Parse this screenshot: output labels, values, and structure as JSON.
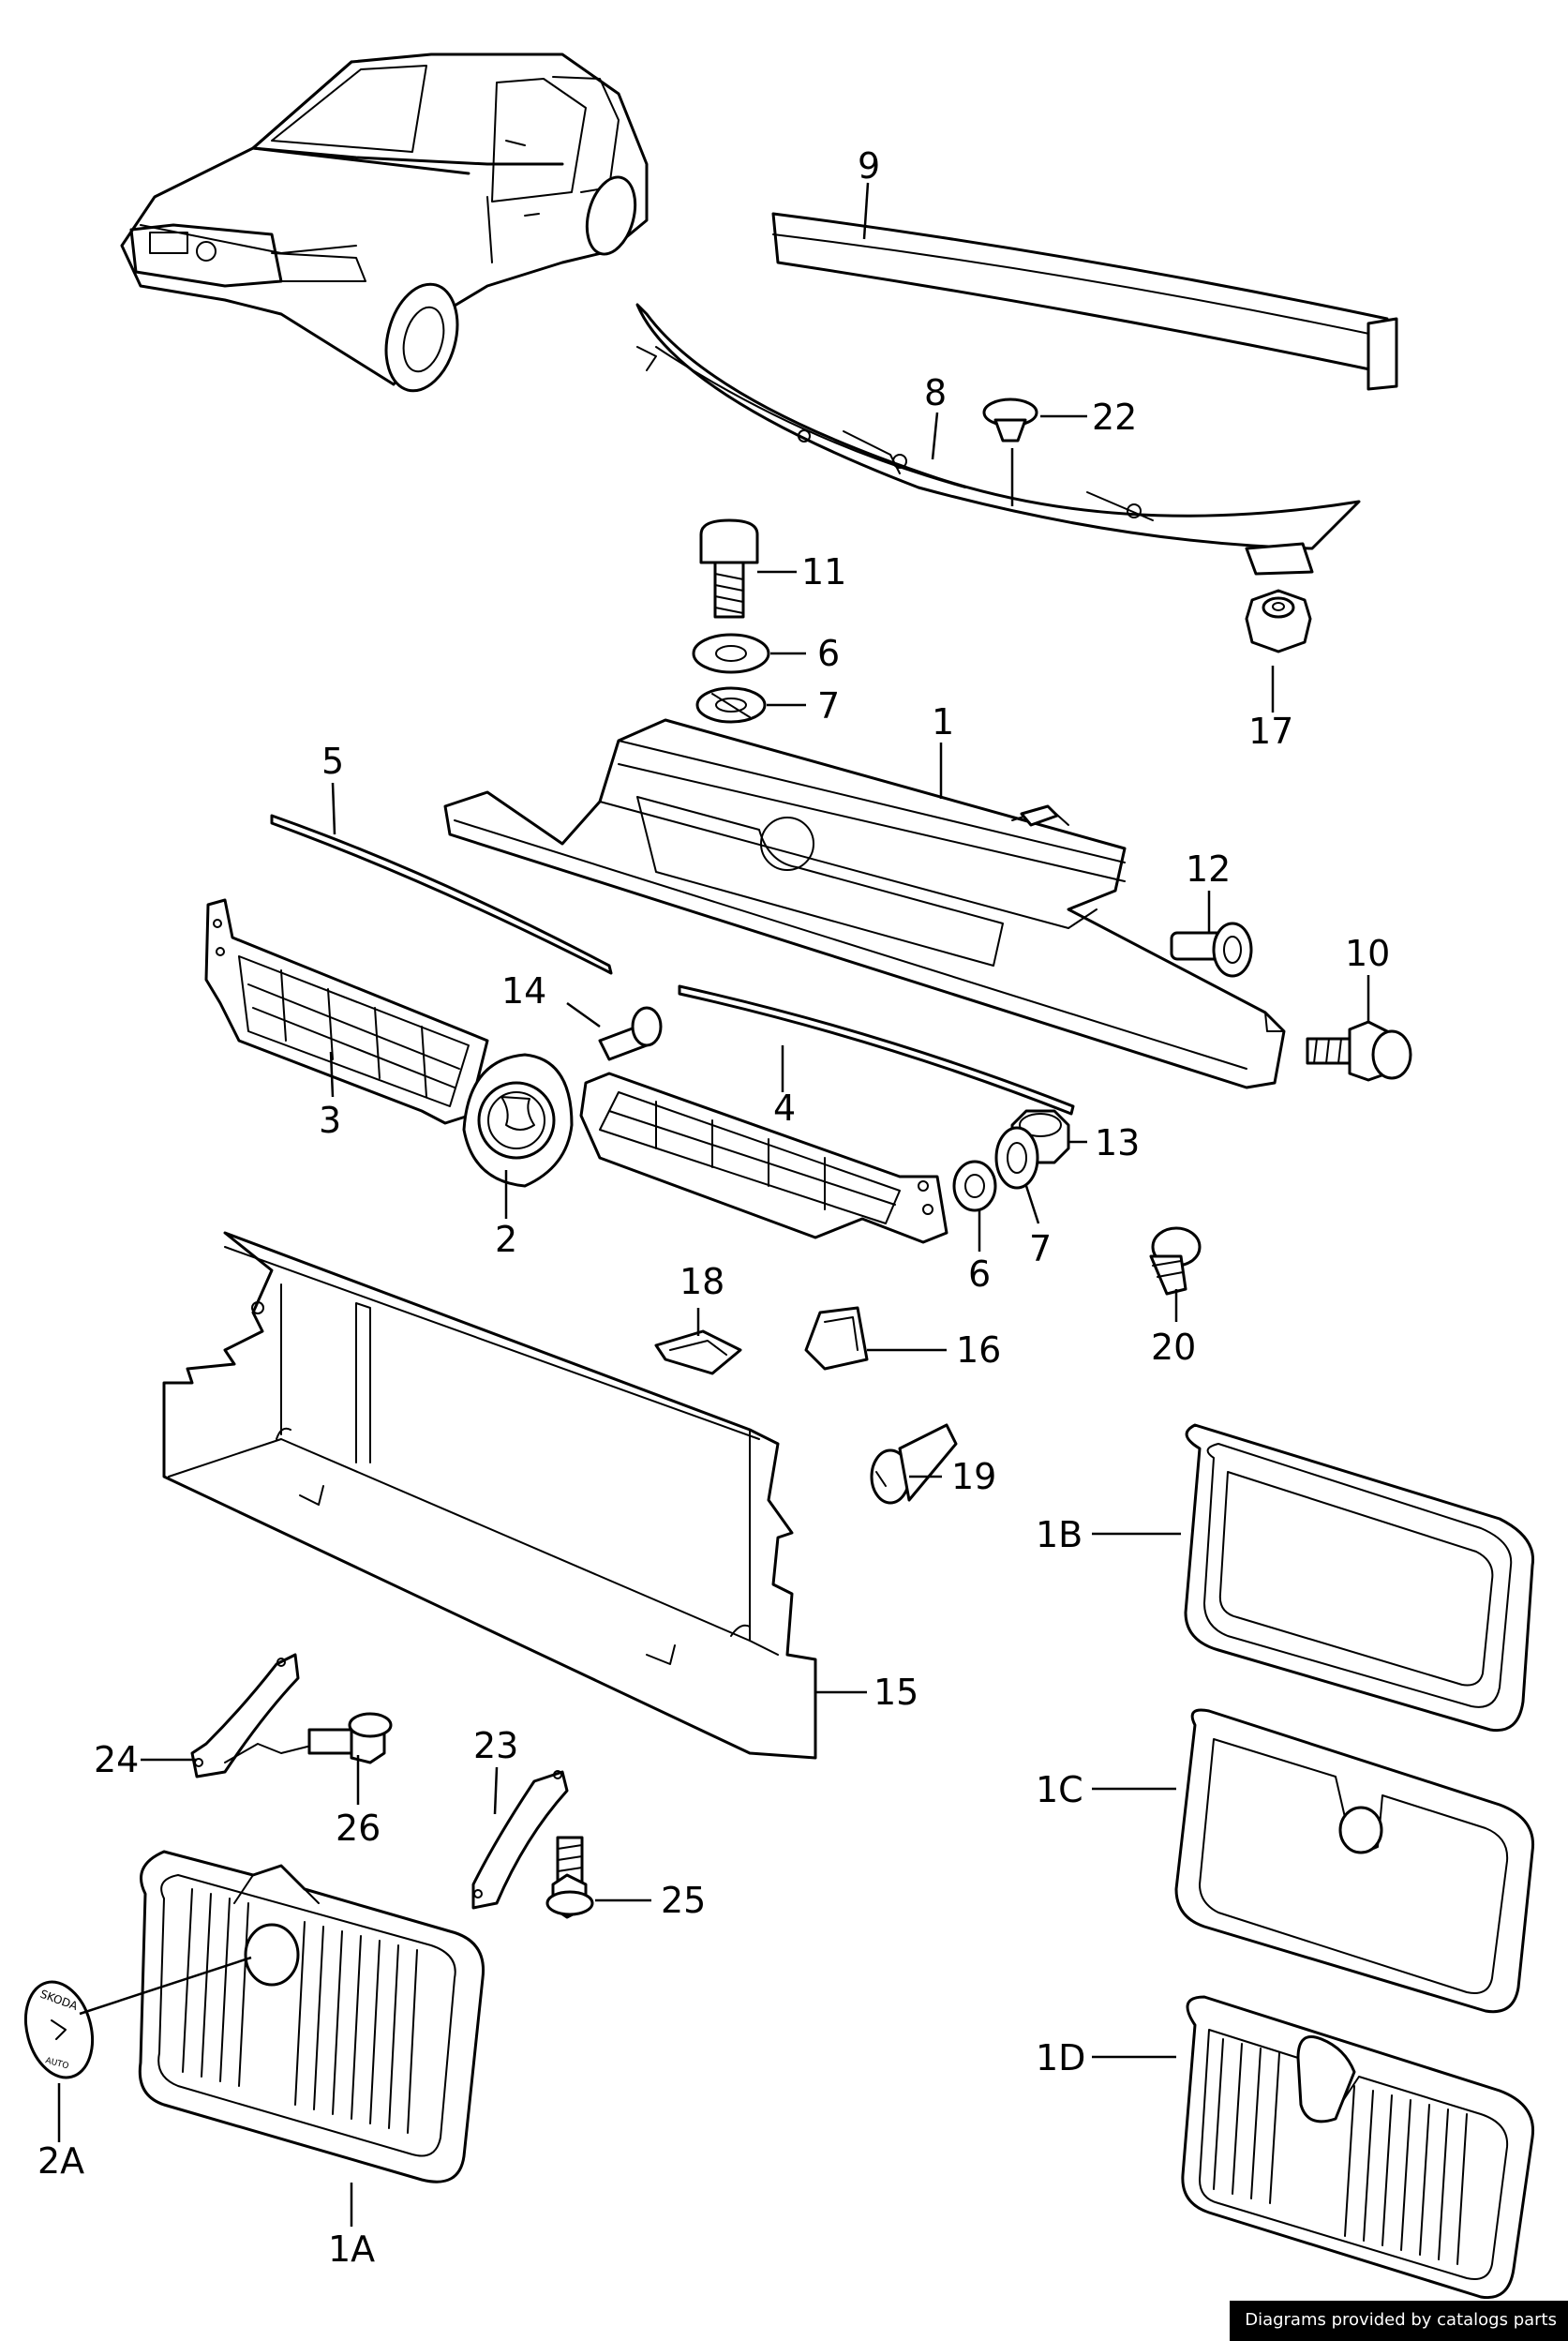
{
  "labels": {
    "l9": "9",
    "l8": "8",
    "l22": "22",
    "l11": "11",
    "l6a": "6",
    "l7a": "7",
    "l17": "17",
    "l1": "1",
    "l5": "5",
    "l12": "12",
    "l10": "10",
    "l14": "14",
    "l3": "3",
    "l4": "4",
    "l13": "13",
    "l2": "2",
    "l7b": "7",
    "l6b": "6",
    "l20": "20",
    "l18": "18",
    "l16": "16",
    "l19": "19",
    "l1b": "1B",
    "l15": "15",
    "l24": "24",
    "l26": "26",
    "l23": "23",
    "l1c": "1C",
    "l25": "25",
    "l1d": "1D",
    "l2a": "2A",
    "l1a": "1A"
  },
  "emblem": {
    "text": "SKODA",
    "sub": "AUTO"
  },
  "credit": "Diagrams provided by catalogs parts"
}
